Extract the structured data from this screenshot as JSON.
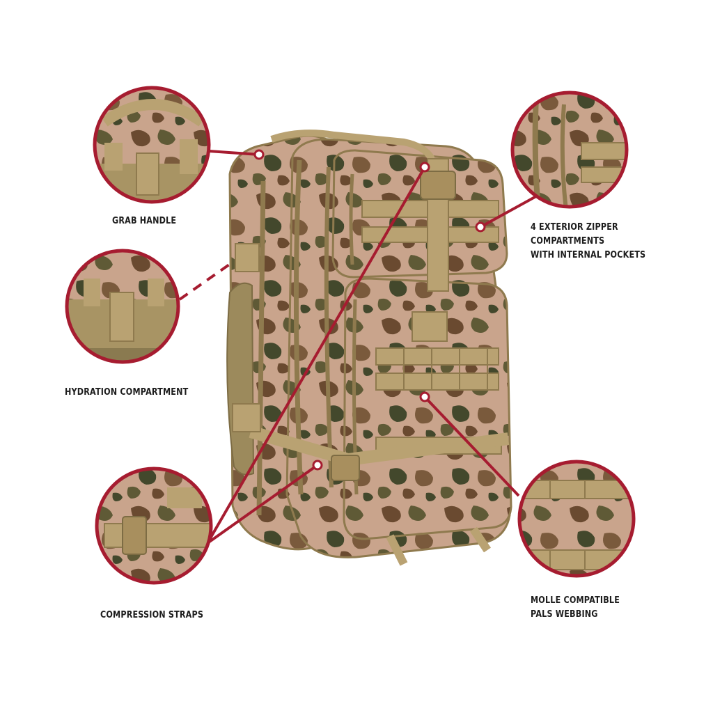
{
  "colors": {
    "accent_ring": "#a61c30",
    "tan": "#b9a272",
    "tan_dark": "#8f7a4e",
    "camo_pink": "#c9a48c",
    "camo_brown": "#6a4a30",
    "camo_olive": "#5f5a36",
    "camo_green": "#43482c",
    "text": "#1d1d1d"
  },
  "callouts": [
    {
      "id": "grab-handle",
      "lines": [
        "GRAB HANDLE"
      ]
    },
    {
      "id": "hydration-compartment",
      "lines": [
        "HYDRATION COMPARTMENT"
      ]
    },
    {
      "id": "compression-straps",
      "lines": [
        "COMPRESSION STRAPS"
      ]
    },
    {
      "id": "exterior-zipper",
      "lines": [
        "4 EXTERIOR ZIPPER",
        "COMPARTMENTS",
        "WITH INTERNAL POCKETS"
      ]
    },
    {
      "id": "molle-webbing",
      "lines": [
        "MOLLE COMPATIBLE",
        "PALS WEBBING"
      ]
    }
  ]
}
